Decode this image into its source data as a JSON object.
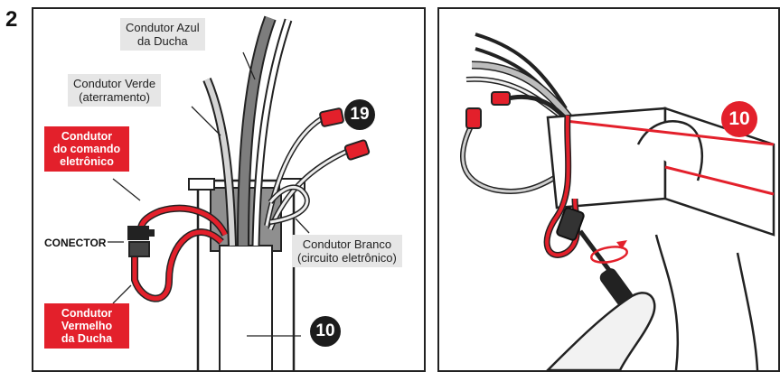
{
  "step_number": "2",
  "left_panel": {
    "labels": {
      "condutor_azul": "Condutor Azul\nda Ducha",
      "condutor_verde": "Condutor Verde\n(aterramento)",
      "condutor_comando": "Condutor\ndo comando\neletrônico",
      "conector": "CONECTOR",
      "condutor_branco": "Condutor Branco\n(circuito eletrônico)",
      "condutor_vermelho": "Condutor\nVermelho\nda Ducha"
    },
    "badges": {
      "part_19": "19",
      "part_10": "10"
    }
  },
  "right_panel": {
    "badges": {
      "part_10": "10"
    }
  },
  "colors": {
    "accent_red": "#e3202b",
    "label_gray": "#e6e6e6",
    "outline": "#222222"
  }
}
